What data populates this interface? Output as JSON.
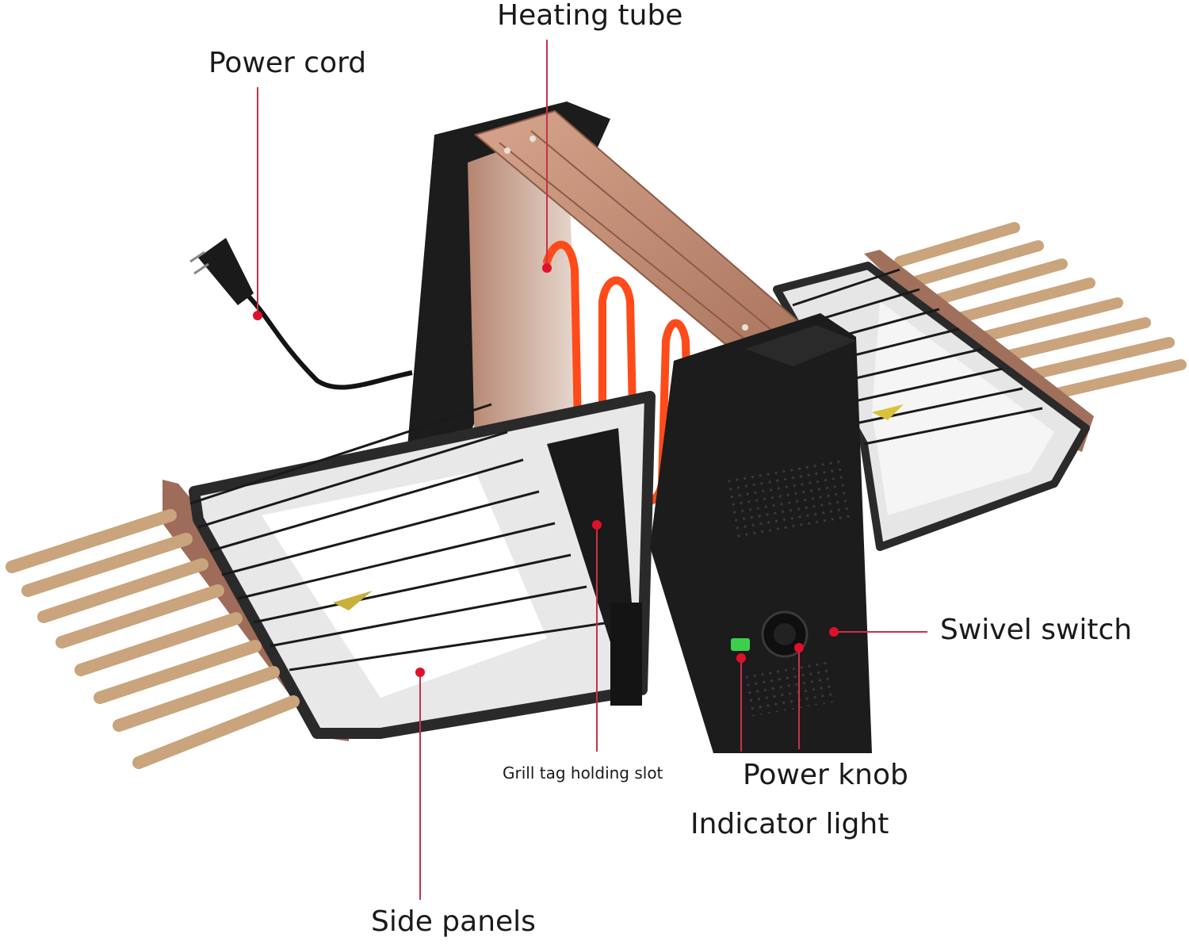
{
  "labels": {
    "heating_tube": "Heating tube",
    "power_cord": "Power cord",
    "swivel_switch": "Swivel switch",
    "grill_tag_holding_slot": "Grill tag holding slot",
    "power_knob": "Power knob",
    "indicator_light": "Indicator light",
    "side_panels": "Side panels"
  },
  "colors": {
    "leader_line": "#c8324a",
    "marker_dot": "#e0102a",
    "housing": "#1c1c1c",
    "copper_panel": "#c08a72",
    "heating_element": "#ff4a1a",
    "skewer_handle": "#c9a47c",
    "indicator_led": "#3cd04a"
  }
}
